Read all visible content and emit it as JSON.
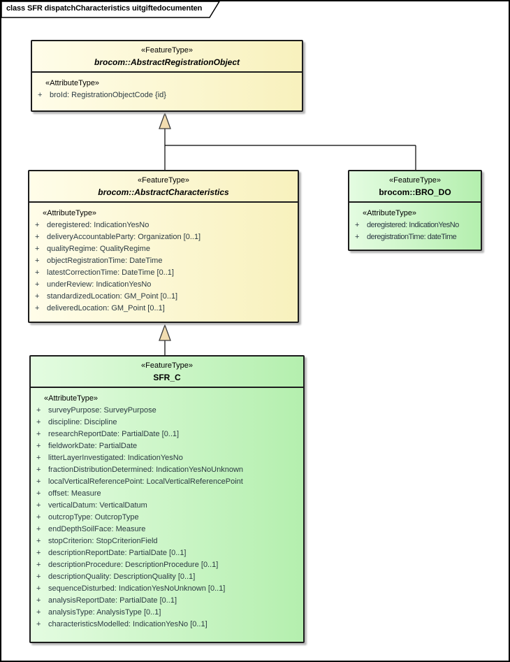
{
  "frame": {
    "title": "class SFR dispatchCharacteristics uitgiftedocumenten"
  },
  "colors": {
    "abstract_fill": "#fcf6cd",
    "concrete_fill": "#c9f3c3",
    "arrow_fill": "#f2ddb0",
    "shadow": "#b9b9b9",
    "line": "#000000"
  },
  "classes": [
    {
      "stereotype": "«FeatureType»",
      "name": "brocom::AbstractRegistrationObject",
      "attr_stereotype": "«AttributeType»",
      "attributes": [
        {
          "visibility": "+",
          "text": "broId: RegistrationObjectCode {id}"
        }
      ]
    },
    {
      "stereotype": "«FeatureType»",
      "name": "brocom::AbstractCharacteristics",
      "attr_stereotype": "«AttributeType»",
      "attributes": [
        {
          "visibility": "+",
          "text": "deregistered: IndicationYesNo"
        },
        {
          "visibility": "+",
          "text": "deliveryAccountableParty: Organization [0..1]"
        },
        {
          "visibility": "+",
          "text": "qualityRegime: QualityRegime"
        },
        {
          "visibility": "+",
          "text": "objectRegistrationTime: DateTime"
        },
        {
          "visibility": "+",
          "text": "latestCorrectionTime: DateTime [0..1]"
        },
        {
          "visibility": "+",
          "text": "underReview: IndicationYesNo"
        },
        {
          "visibility": "+",
          "text": "standardizedLocation: GM_Point [0..1]"
        },
        {
          "visibility": "+",
          "text": "deliveredLocation: GM_Point [0..1]"
        }
      ]
    },
    {
      "stereotype": "«FeatureType»",
      "name": "brocom::BRO_DO",
      "attr_stereotype": "«AttributeType»",
      "attributes": [
        {
          "visibility": "+",
          "text": "deregistered: IndicationYesNo"
        },
        {
          "visibility": "+",
          "text": "deregistrationTime: dateTime"
        }
      ]
    },
    {
      "stereotype": "«FeatureType»",
      "name": "SFR_C",
      "attr_stereotype": "«AttributeType»",
      "attributes": [
        {
          "visibility": "+",
          "text": "surveyPurpose: SurveyPurpose"
        },
        {
          "visibility": "+",
          "text": "discipline: Discipline"
        },
        {
          "visibility": "+",
          "text": "researchReportDate: PartialDate [0..1]"
        },
        {
          "visibility": "+",
          "text": "fieldworkDate: PartialDate"
        },
        {
          "visibility": "+",
          "text": "litterLayerInvestigated: IndicationYesNo"
        },
        {
          "visibility": "+",
          "text": "fractionDistributionDetermined: IndicationYesNoUnknown"
        },
        {
          "visibility": "+",
          "text": "localVerticalReferencePoint: LocalVerticalReferencePoint"
        },
        {
          "visibility": "+",
          "text": "offset: Measure"
        },
        {
          "visibility": "+",
          "text": "verticalDatum: VerticalDatum"
        },
        {
          "visibility": "+",
          "text": "outcropType: OutcropType"
        },
        {
          "visibility": "+",
          "text": "endDepthSoilFace: Measure"
        },
        {
          "visibility": "+",
          "text": "stopCriterion: StopCriterionField"
        },
        {
          "visibility": "+",
          "text": "descriptionReportDate: PartialDate [0..1]"
        },
        {
          "visibility": "+",
          "text": "descriptionProcedure: DescriptionProcedure [0..1]"
        },
        {
          "visibility": "+",
          "text": "descriptionQuality: DescriptionQuality [0..1]"
        },
        {
          "visibility": "+",
          "text": "sequenceDisturbed: IndicationYesNoUnknown [0..1]"
        },
        {
          "visibility": "+",
          "text": "analysisReportDate: PartialDate [0..1]"
        },
        {
          "visibility": "+",
          "text": "analysisType: AnalysisType [0..1]"
        },
        {
          "visibility": "+",
          "text": "characteristicsModelled: IndicationYesNo [0..1]"
        }
      ]
    }
  ],
  "relations": [
    {
      "type": "generalization",
      "from": "brocom::AbstractCharacteristics",
      "to": "brocom::AbstractRegistrationObject"
    },
    {
      "type": "generalization",
      "from": "brocom::BRO_DO",
      "to": "brocom::AbstractRegistrationObject"
    },
    {
      "type": "generalization",
      "from": "SFR_C",
      "to": "brocom::AbstractCharacteristics"
    }
  ]
}
